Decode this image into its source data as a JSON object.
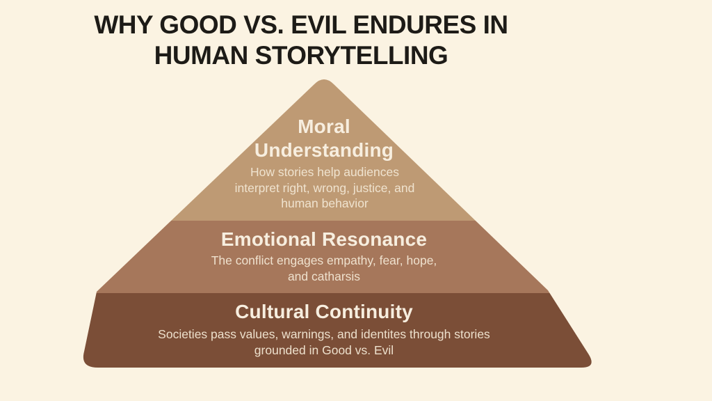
{
  "background_color": "#FBF3E2",
  "title": {
    "text": "WHY GOOD VS. EVIL ENDURES IN HUMAN STORYTELLING",
    "lines": [
      "WHY GOOD VS. EVIL ENDURES IN",
      "HUMAN STORYTELLING"
    ],
    "color": "#1D1B17"
  },
  "pyramid": {
    "type": "pyramid-diagram",
    "heading_text_color": "#F7EEDF",
    "body_text_color": "#F2E6D3",
    "tiers": [
      {
        "level": 1,
        "heading": "Moral Understanding",
        "body": "How stories help audiences interpret right, wrong, justice, and human behavior",
        "color": "#BE9A74"
      },
      {
        "level": 2,
        "heading": "Emotional Resonance",
        "body": "The conflict engages empathy, fear, hope, and catharsis",
        "color": "#A6775B"
      },
      {
        "level": 3,
        "heading": "Cultural Continuity",
        "body": "Societies pass values, warnings, and identites through stories grounded in Good vs. Evil",
        "color": "#7B4E37"
      }
    ]
  }
}
